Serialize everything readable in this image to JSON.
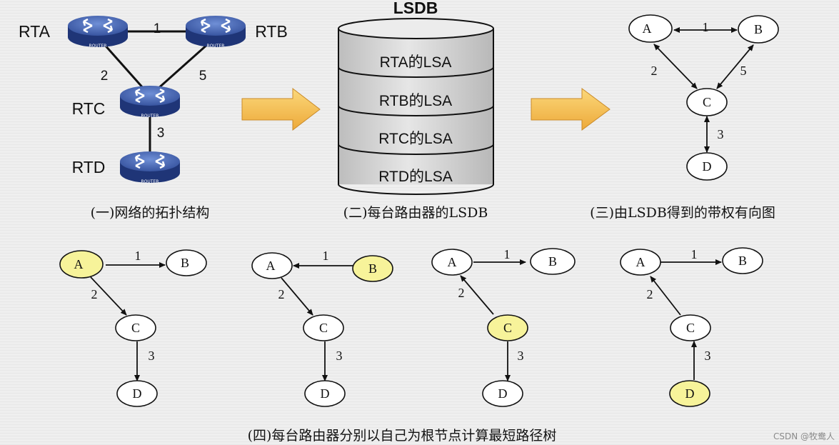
{
  "colors": {
    "highlight": "#f7f39a",
    "arrow_fill": "#f5c04f",
    "router_blue": "#3c5aa6",
    "cylinder": "#d8d8d8"
  },
  "panel1": {
    "routers": [
      {
        "name": "RTA",
        "icon": "router-icon",
        "badge": "ROUTER"
      },
      {
        "name": "RTB",
        "icon": "router-icon",
        "badge": "ROUTER"
      },
      {
        "name": "RTC",
        "icon": "router-icon",
        "badge": "ROUTER"
      },
      {
        "name": "RTD",
        "icon": "router-icon",
        "badge": "ROUTER"
      }
    ],
    "links": [
      {
        "from": "RTA",
        "to": "RTB",
        "cost": "1"
      },
      {
        "from": "RTA",
        "to": "RTC",
        "cost": "2"
      },
      {
        "from": "RTB",
        "to": "RTC",
        "cost": "5"
      },
      {
        "from": "RTC",
        "to": "RTD",
        "cost": "3"
      }
    ],
    "caption": "(一)网络的拓扑结构"
  },
  "panel2": {
    "title": "LSDB",
    "entries": [
      "RTA的LSA",
      "RTB的LSA",
      "RTC的LSA",
      "RTD的LSA"
    ],
    "caption": "(二)每台路由器的LSDB"
  },
  "panel3": {
    "nodes": [
      "A",
      "B",
      "C",
      "D"
    ],
    "edges": [
      {
        "from": "A",
        "to": "B",
        "cost": "1"
      },
      {
        "from": "A",
        "to": "C",
        "cost": "2"
      },
      {
        "from": "B",
        "to": "C",
        "cost": "5"
      },
      {
        "from": "C",
        "to": "D",
        "cost": "3"
      }
    ],
    "caption": "(三)由LSDB得到的带权有向图"
  },
  "trees": [
    {
      "root": "A",
      "labels": {
        "A": "A",
        "B": "B",
        "C": "C",
        "D": "D"
      },
      "costs": {
        "ab": "1",
        "ac": "2",
        "cd": "3"
      }
    },
    {
      "root": "B",
      "labels": {
        "A": "A",
        "B": "B",
        "C": "C",
        "D": "D"
      },
      "costs": {
        "ab": "1",
        "ac": "2",
        "cd": "3"
      }
    },
    {
      "root": "C",
      "labels": {
        "A": "A",
        "B": "B",
        "C": "C",
        "D": "D"
      },
      "costs": {
        "ab": "1",
        "ac": "2",
        "cd": "3"
      }
    },
    {
      "root": "D",
      "labels": {
        "A": "A",
        "B": "B",
        "C": "C",
        "D": "D"
      },
      "costs": {
        "ab": "1",
        "ac": "2",
        "cd": "3"
      }
    }
  ],
  "bottom_caption": "(四)每台路由器分别以自己为根节点计算最短路径树",
  "watermark": "CSDN @牧鸯人"
}
